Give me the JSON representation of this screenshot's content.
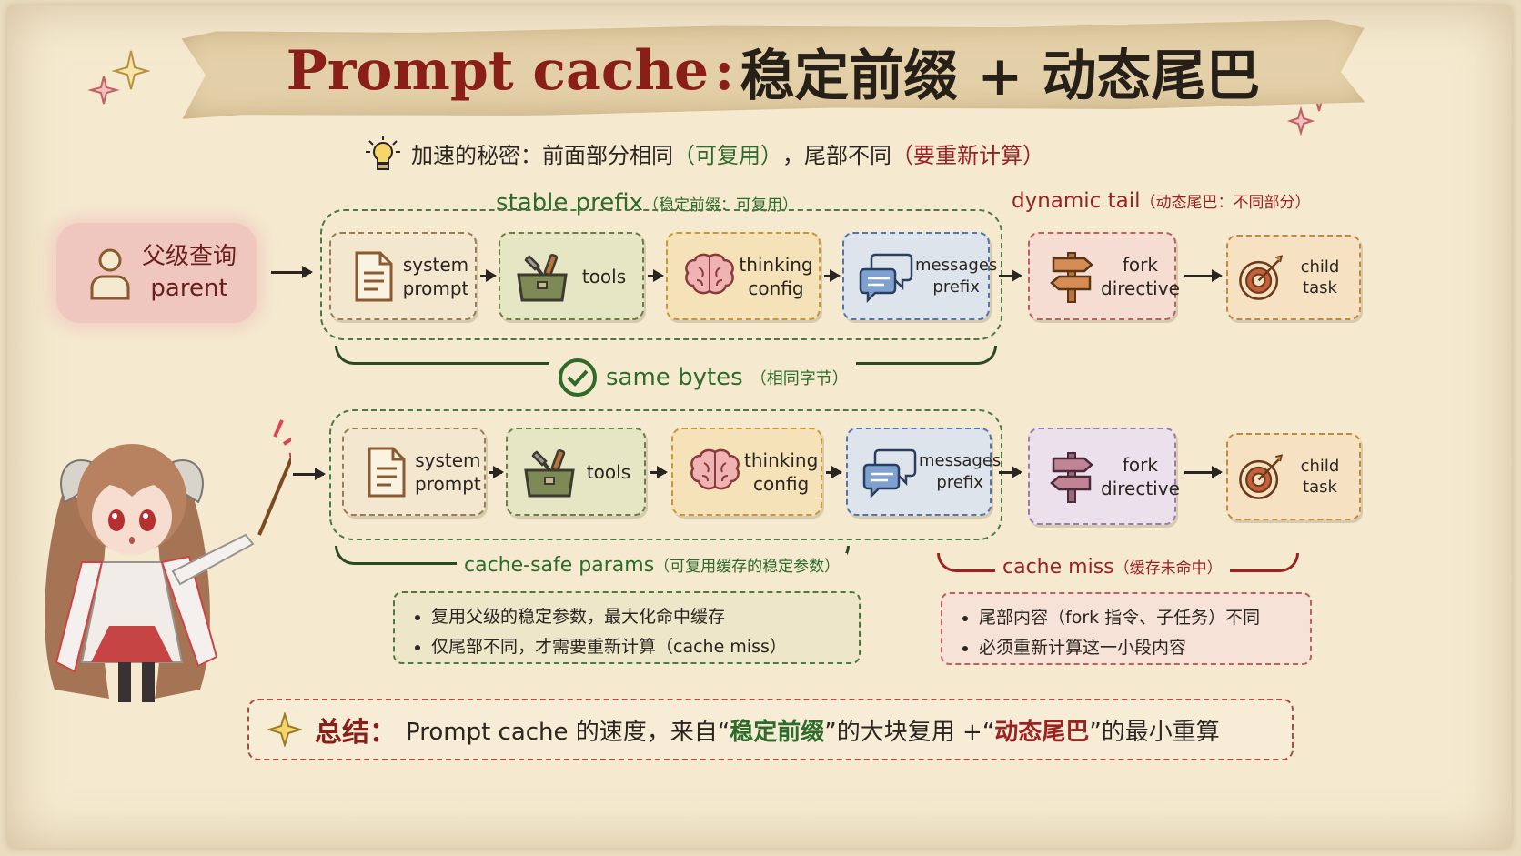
{
  "title": {
    "en": "Prompt cache",
    "sep": ":",
    "cn": "稳定前缀 + 动态尾巴"
  },
  "subtitle": {
    "a": "加速的秘密：前面部分相同",
    "b": "（可复用）",
    "c": "，尾部不同",
    "d": "（要重新计算）"
  },
  "stable_label": {
    "main": "stable prefix",
    "sub": "（稳定前缀：可复用）"
  },
  "dynamic_label": {
    "main": "dynamic tail",
    "sub": "（动态尾巴：不同部分）"
  },
  "parent": {
    "cn": "父级查询",
    "en": "parent"
  },
  "row1": [
    {
      "label": "system\nprompt",
      "icon": "document-icon"
    },
    {
      "label": "tools",
      "icon": "toolbox-icon"
    },
    {
      "label": "thinking\nconfig",
      "icon": "brain-icon"
    },
    {
      "label": "messages\nprefix",
      "icon": "chat-bubbles-icon"
    },
    {
      "label": "fork\ndirective",
      "icon": "signpost-icon"
    },
    {
      "label": "child task",
      "icon": "target-icon"
    }
  ],
  "row2": [
    {
      "label": "system\nprompt",
      "icon": "document-icon"
    },
    {
      "label": "tools",
      "icon": "toolbox-icon"
    },
    {
      "label": "thinking\nconfig",
      "icon": "brain-icon"
    },
    {
      "label": "messages\nprefix",
      "icon": "chat-bubbles-icon"
    },
    {
      "label": "fork\ndirective",
      "icon": "signpost-icon"
    },
    {
      "label": "child task",
      "icon": "target-icon"
    }
  ],
  "same_bytes": {
    "main": "same bytes",
    "sub": "（相同字节）"
  },
  "cache_safe": {
    "main": "cache-safe params",
    "sub": "（可复用缓存的稳定参数）"
  },
  "cache_miss": {
    "main": "cache miss",
    "sub": "（缓存未命中）"
  },
  "left_bullets": [
    "复用父级的稳定参数，最大化命中缓存",
    "仅尾部不同，才需要重新计算（cache miss）"
  ],
  "right_bullets": [
    "尾部内容（fork 指令、子任务）不同",
    "必须重新计算这一小段内容"
  ],
  "summary": {
    "head": "总结：",
    "p1": "Prompt cache 的速度，来自“",
    "h1": "稳定前缀",
    "p2": "”的大块复用 +“",
    "h2": "动态尾巴",
    "p3": "”的最小重算"
  },
  "colors": {
    "title_red": "#8a1f19",
    "green": "#2e6a2a",
    "red": "#9c2222"
  }
}
